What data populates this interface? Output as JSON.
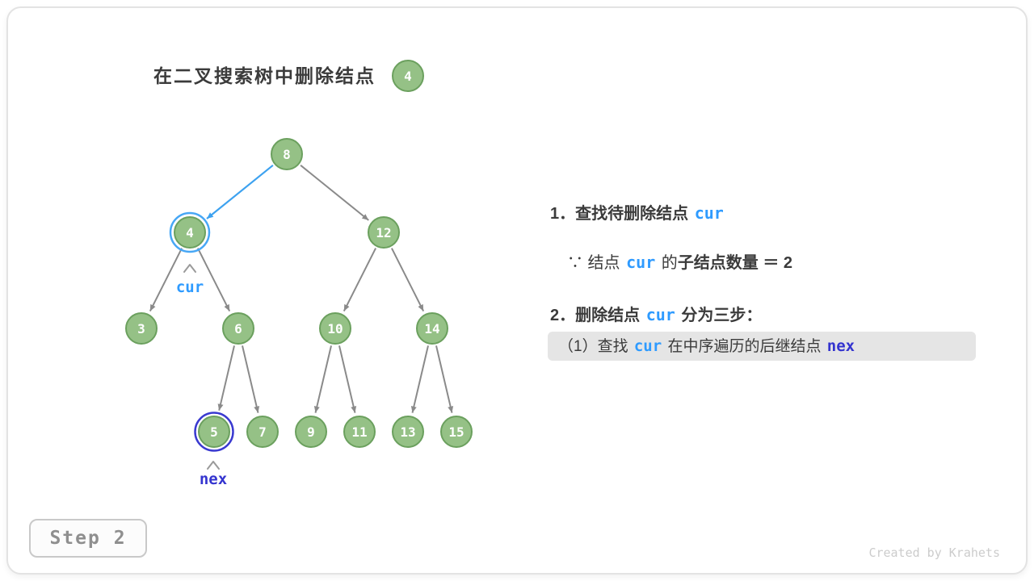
{
  "header": {
    "title": "在二叉搜索树中删除结点",
    "badge": "4"
  },
  "tree": {
    "nodes": [
      "8",
      "4",
      "12",
      "3",
      "6",
      "10",
      "14",
      "5",
      "7",
      "9",
      "11",
      "13",
      "15"
    ]
  },
  "pointers": {
    "cur": "cur",
    "nex": "nex"
  },
  "panel": {
    "l1_pre": "1．查找待删除结点 ",
    "l1_code": "cur",
    "l2_pre": "∵ 结点 ",
    "l2_code": "cur",
    "l2_mid": " 的",
    "l2_bold": "子结点数量",
    "l2_eq": " ＝ 2",
    "l3_pre": "2．删除结点 ",
    "l3_code": "cur",
    "l3_suf": " 分为三步：",
    "l4_pre": "（1）查找 ",
    "l4_code1": "cur",
    "l4_mid": " 在中序遍历的后继结点 ",
    "l4_code2": "nex"
  },
  "step": {
    "label": "Step 2"
  },
  "credit": "Created by Krahets",
  "colors": {
    "node_fill": "#95c186",
    "node_border": "#6ba05e",
    "edge_gray": "#8a8a8a",
    "highlight_blue": "#3da2f0",
    "cur_blue": "#2f9bff",
    "nex_indigo": "#3434cf",
    "row_highlight_bg": "#e5e5e5"
  }
}
